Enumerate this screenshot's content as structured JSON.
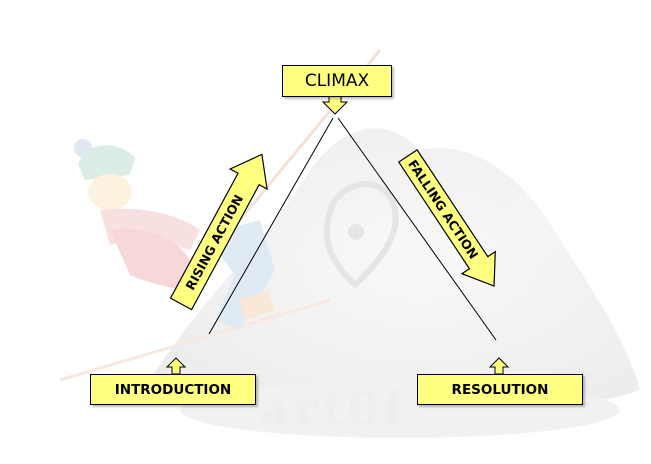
{
  "diagram": {
    "nodes": {
      "climax": "CLIMAX",
      "introduction": "INTRODUCTION",
      "resolution": "RESOLUTION"
    },
    "arrows": {
      "rising": "RISING ACTION",
      "falling": "FALLING ACTION"
    },
    "watermark": "art0f",
    "colors": {
      "box_fill": "#ffff80",
      "stroke": "#000000"
    }
  }
}
